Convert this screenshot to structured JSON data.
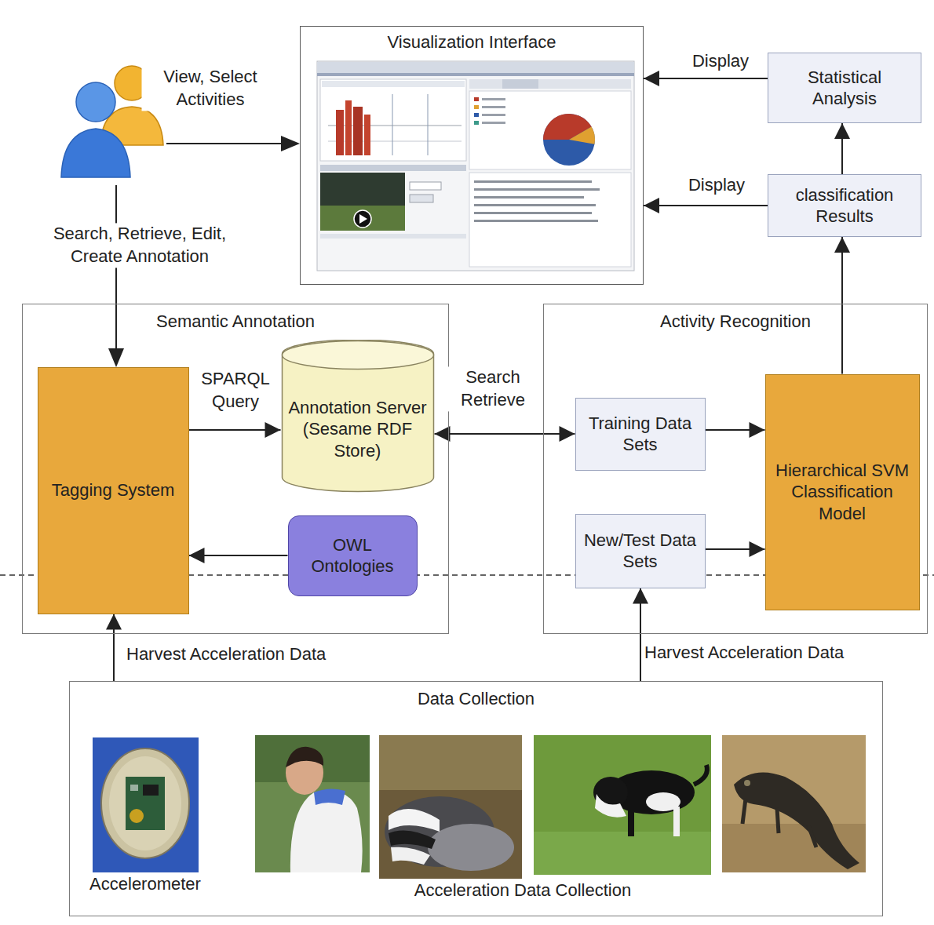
{
  "diagram": {
    "nodes": [
      {
        "text": [
          "Visualization Interface"
        ]
      },
      {
        "text": [
          "Statistical Analysis"
        ]
      },
      {
        "text": [
          "classification Results"
        ]
      },
      {
        "text": [
          "Semantic Annotation"
        ]
      },
      {
        "text": [
          "Tagging System"
        ],
        "in": 3
      },
      {
        "text": [
          "Annotation Server (Sesame RDF Store)"
        ],
        "in": 3
      },
      {
        "text": [
          "OWL Ontologies"
        ],
        "in": 3
      },
      {
        "text": [
          "Activity Recognition"
        ]
      },
      {
        "text": [
          "Training Data Sets"
        ],
        "in": 7
      },
      {
        "text": [
          "New/Test Data Sets"
        ],
        "in": 7
      },
      {
        "text": [
          "Hierarchical SVM Classification Model"
        ],
        "in": 7
      },
      {
        "text": [
          "Data Collection"
        ]
      }
    ],
    "edges": [
      {
        "from": 1,
        "to": 0,
        "label": "Display",
        "arrow": "to"
      },
      {
        "from": 2,
        "to": 0,
        "label": "Display",
        "arrow": "to"
      },
      {
        "from": 2,
        "to": 1,
        "arrow": "to"
      },
      {
        "from": 10,
        "to": 2,
        "arrow": "to"
      },
      {
        "from": 4,
        "to": 5,
        "label": "SPARQL Query",
        "arrow": "to"
      },
      {
        "from": 5,
        "to": 8,
        "label": "Search Retrieve",
        "arrow": "both"
      },
      {
        "from": 6,
        "to": 4,
        "arrow": "to"
      },
      {
        "from": 8,
        "to": 10,
        "arrow": "to"
      },
      {
        "from": 9,
        "to": 10,
        "arrow": "to"
      },
      {
        "from": 11,
        "to": 4,
        "label": "Harvest Acceleration Data",
        "arrow": "to"
      },
      {
        "from": 11,
        "to": 9,
        "label": "Harvest Acceleration Data",
        "arrow": "to"
      }
    ],
    "labels": [
      "View, Select Activities",
      "Search, Retrieve, Edit, Create Annotation",
      "Accelerometer",
      "Acceleration Data Collection"
    ]
  }
}
